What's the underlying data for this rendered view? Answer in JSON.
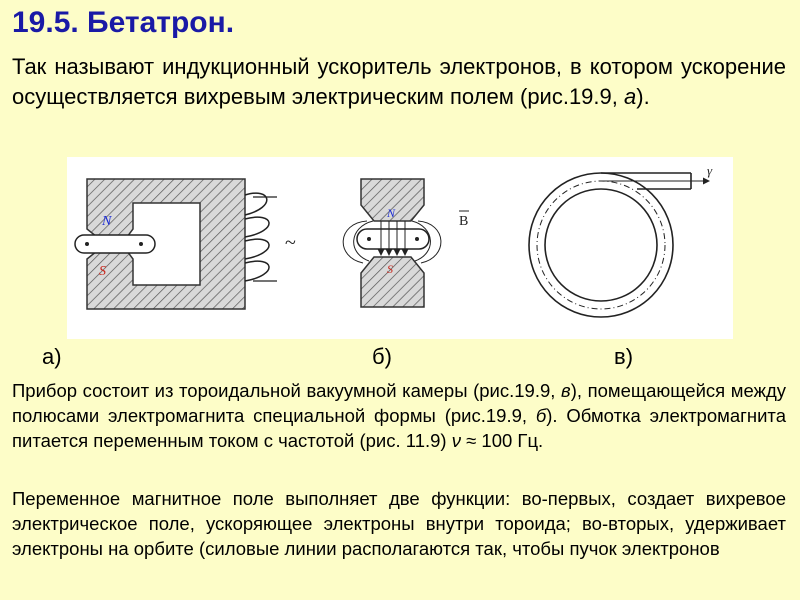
{
  "title": "19.5. Бетатрон.",
  "intro": {
    "before": "Так называют индукционный ускоритель электронов, в котором ускорение осуществляется вихревым электрическим полем (рис.19.9, ",
    "italic": "а",
    "after": ")."
  },
  "figure": {
    "pole_north": "N",
    "pole_south": "S",
    "ac_symbol": "~",
    "field_vector": "B",
    "gamma": "γ",
    "labels": [
      "а)",
      "б)",
      "в)"
    ]
  },
  "paragraph1": {
    "t1": "Прибор состоит из тороидальной вакуумной камеры (рис.19.9, ",
    "i1": "в",
    "t2": "), помещающейся между полюсами электромагнита специальной формы (рис.19.9, ",
    "i2": "б",
    "t3": "). Обмотка электромагнита питается переменным током с частотой (рис. 11.9) ",
    "i3": "ν",
    "t4": " ≈ 100 Гц."
  },
  "paragraph2": "Переменное магнитное поле выполняет две функции: во-первых, создает вихревое электрическое поле, ускоряющее электроны внутри тороида; во-вторых, удерживает электроны на орбите (силовые линии располагаются так, чтобы пучок электронов",
  "colors": {
    "background": "#fdfdc8",
    "title": "#1a1aa6",
    "hatch_fill": "#d9d9d9",
    "pole_text": "#1a2ad4",
    "pole_s_text": "#c8281e"
  }
}
